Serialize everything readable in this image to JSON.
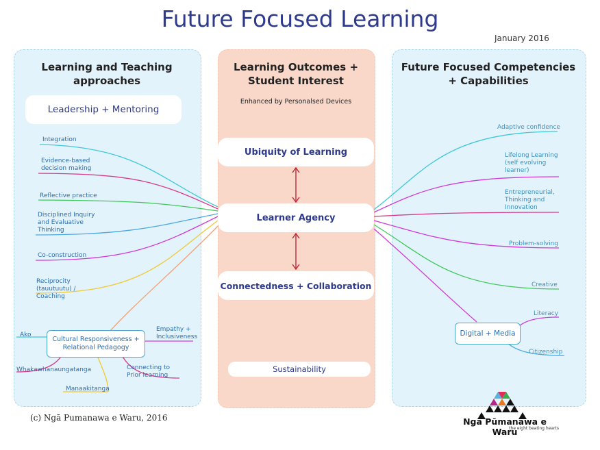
{
  "title": "Future Focused Learning",
  "date": "January 2016",
  "left_panel": {
    "header": "Learning and Teaching approaches",
    "box": "Leadership + Mentoring",
    "items": [
      "Integration",
      "Evidence-based decision making",
      "Reflective practice",
      "Disciplined Inquiry and Evaluative Thinking",
      "Co-construction",
      "Reciprocity (tauutuutu) / Coaching"
    ],
    "cultural": {
      "node": "Cultural Responsiveness + Relational Pedagogy",
      "branches": [
        "Ako",
        "Whakawhanaungatanga",
        "Manaakitanga",
        "Connecting to Prior learning",
        "Empathy + Inclusiveness"
      ]
    }
  },
  "middle_panel": {
    "header": "Learning Outcomes + Student Interest",
    "subheader": "Enhanced by Personalsed Devices",
    "ubiquity": "Ubiquity of Learning",
    "agency": "Learner Agency",
    "connectedness": "Connectedness + Collaboration",
    "sustainability": "Sustainability"
  },
  "right_panel": {
    "header": "Future Focused Competencies + Capabilities",
    "items": [
      "Adaptive confidence",
      "Lifelong Learning (self evolving learner)",
      "Entrepreneurial, Thinking and Innovation",
      "Problem-solving",
      "Creative"
    ],
    "digital": {
      "node": "Digital + Media",
      "branches": [
        "Literacy",
        "Citizenship"
      ]
    }
  },
  "footer": {
    "copyright": "(c) Ngā Pumanawa e Waru, 2016",
    "org": "Ngā Pūmanawa e Waru",
    "tagline": "the eight beating hearts"
  },
  "colors": {
    "title": "#2e3a8c",
    "left_panel_bg": "#e3f3fb",
    "middle_panel_bg": "#f9d8c9",
    "arrow": "#c0283c"
  }
}
